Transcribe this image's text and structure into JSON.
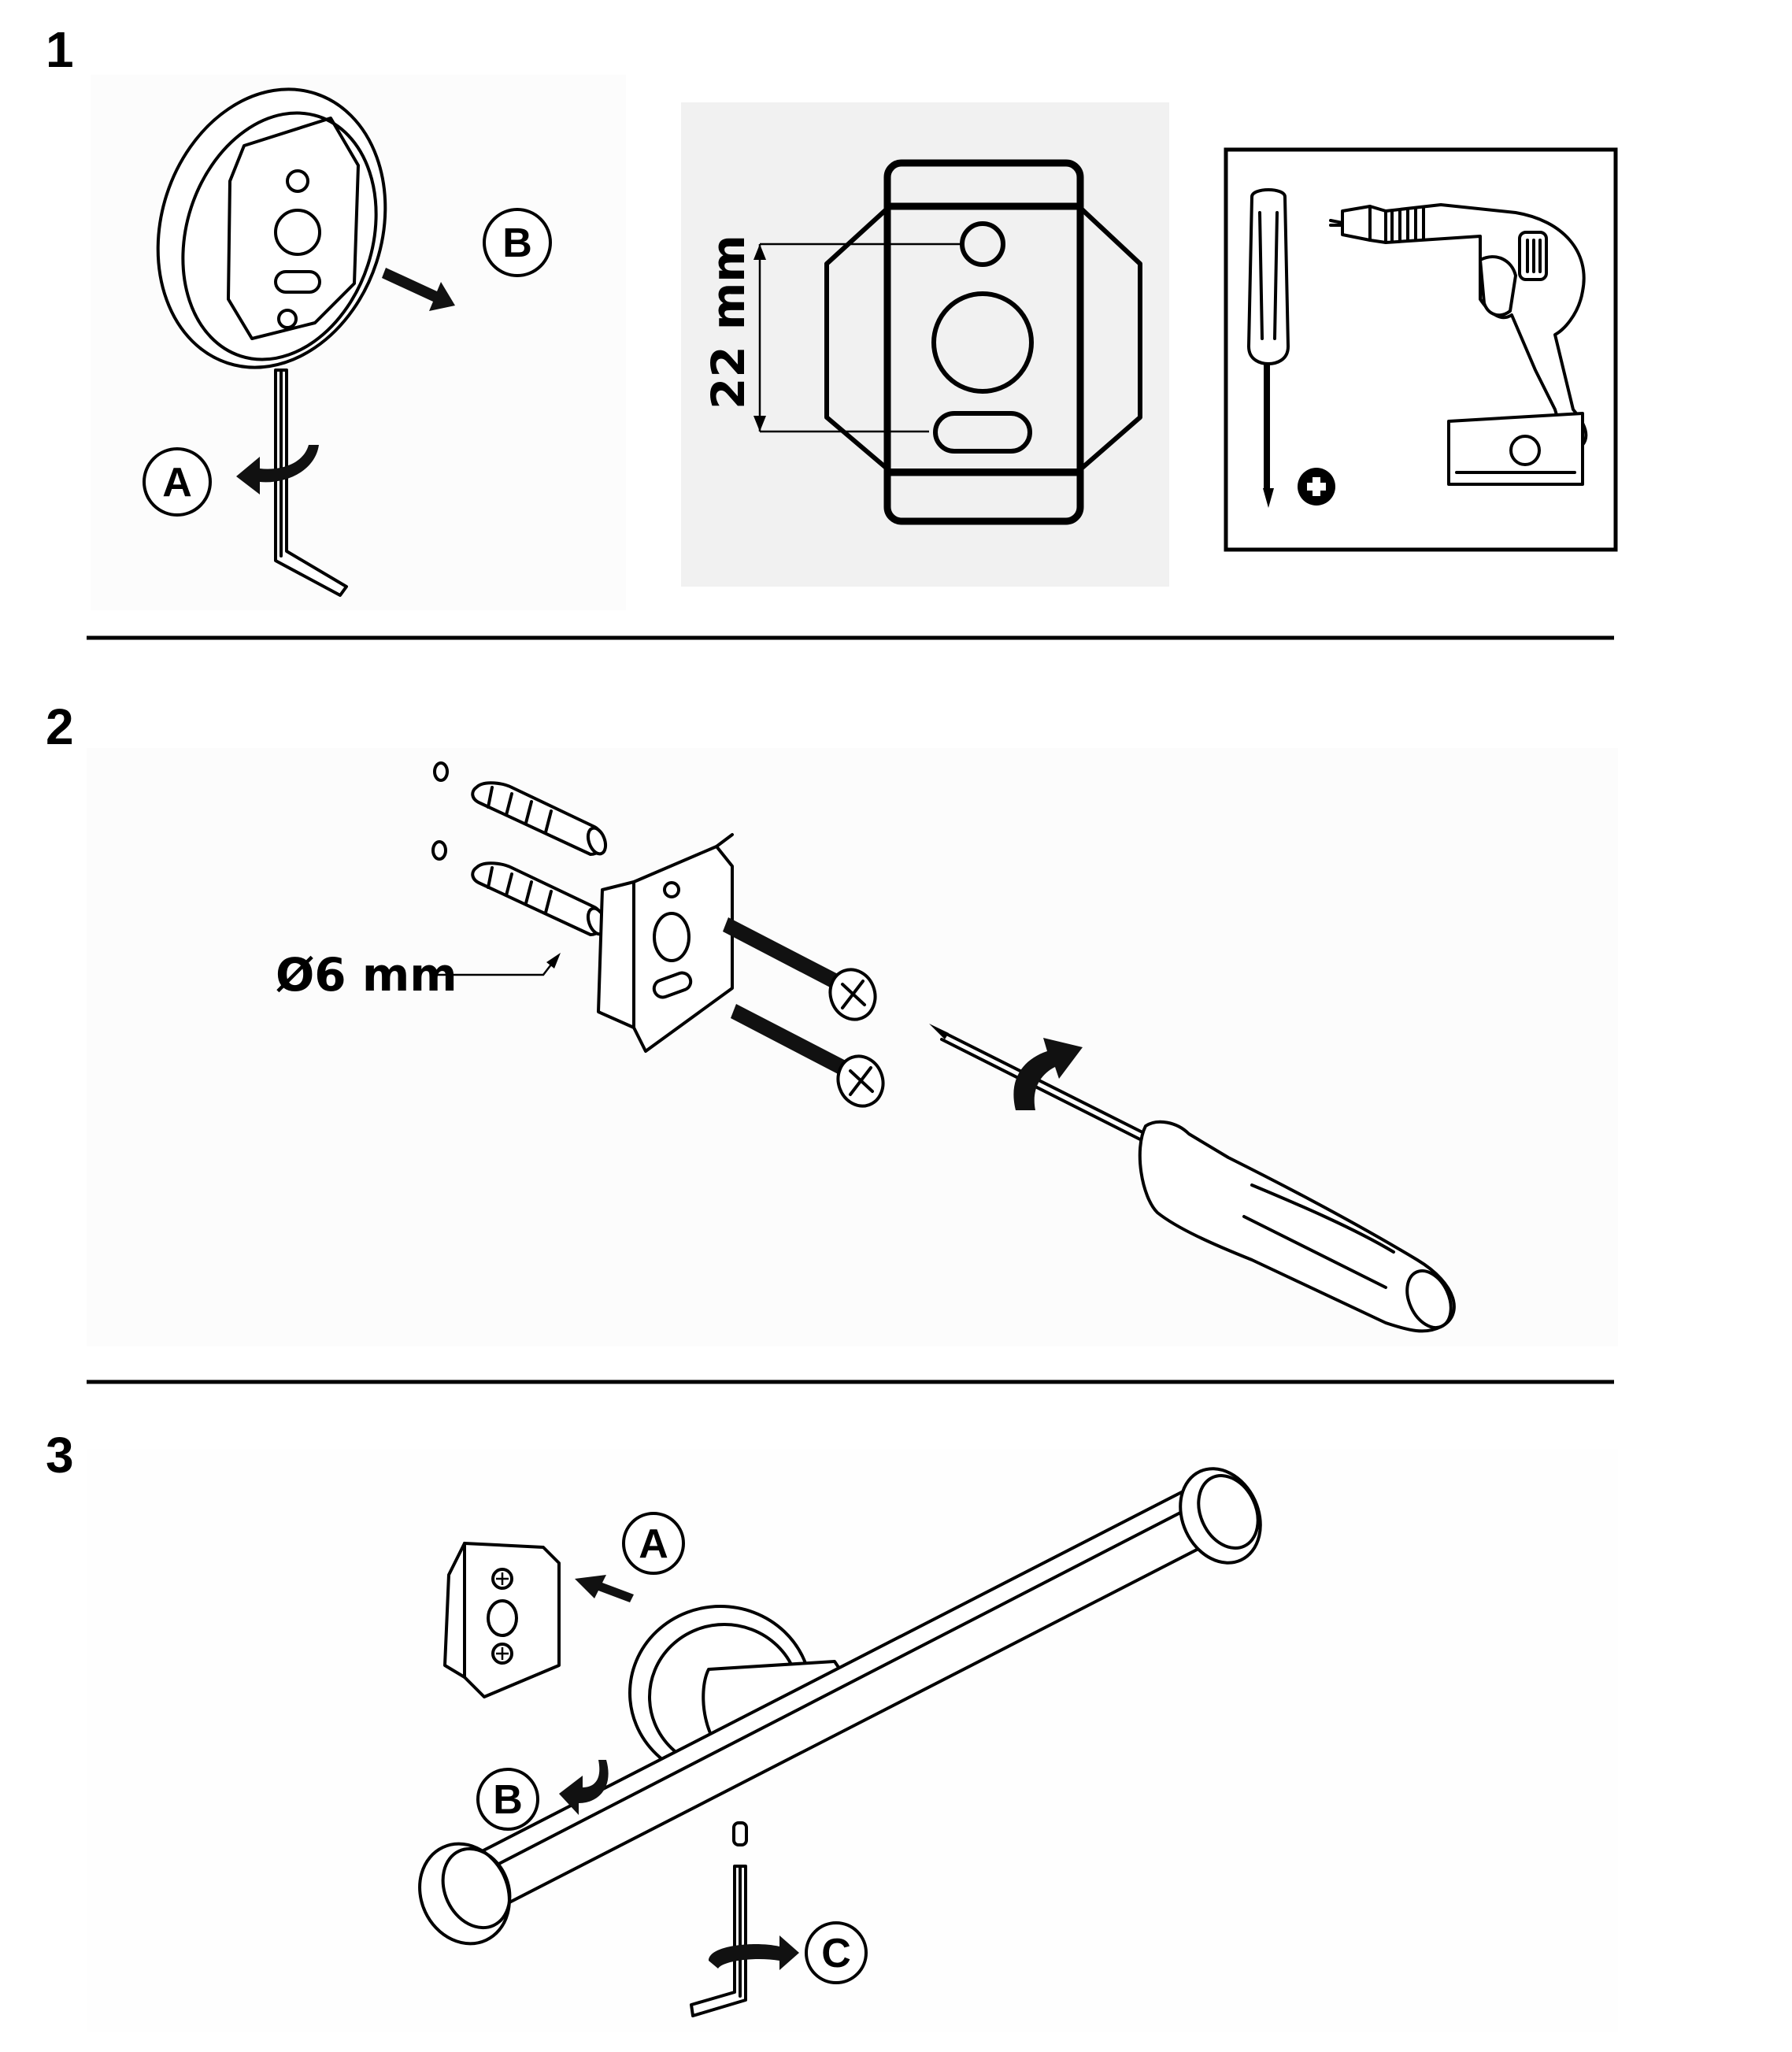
{
  "steps": [
    {
      "number": "1",
      "callouts": {
        "a": "A",
        "b": "B"
      },
      "dimension": "22 mm"
    },
    {
      "number": "2",
      "dimension": "Ø6 mm"
    },
    {
      "number": "3",
      "callouts": {
        "a": "A",
        "b": "B",
        "c": "C"
      }
    }
  ],
  "icons": {
    "plus": "plus-circle-icon",
    "screwdriver": "screwdriver-icon",
    "drill": "drill-icon"
  }
}
